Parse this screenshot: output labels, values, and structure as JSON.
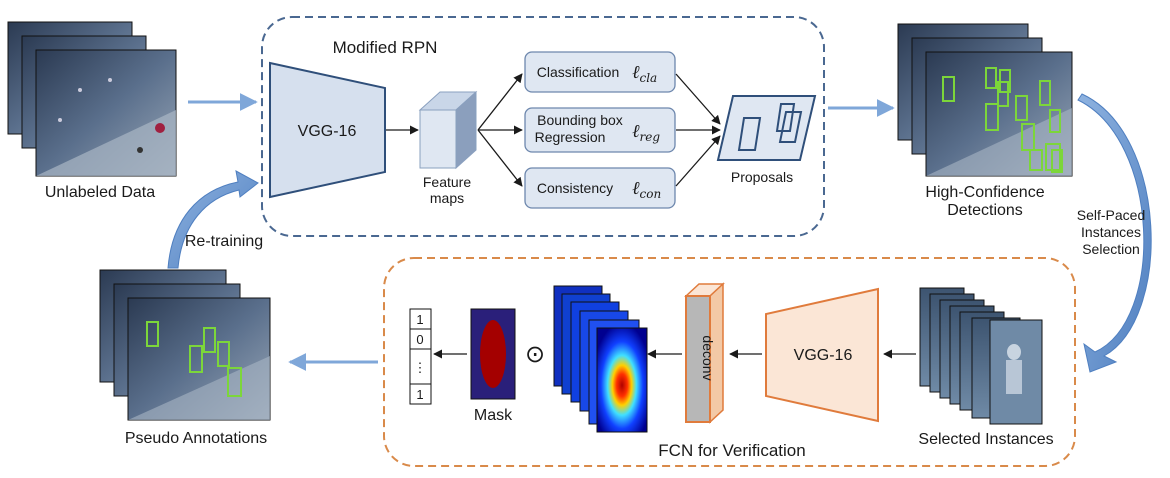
{
  "rpn": {
    "title": "Modified RPN",
    "backbone": "VGG-16",
    "feature_label_1": "Feature",
    "feature_label_2": "maps",
    "heads": {
      "classification": {
        "label": "Classification",
        "loss_symbol": "ℓ",
        "loss_sub": "cla"
      },
      "bbox": {
        "label_1": "Bounding box",
        "label_2": "Regression",
        "loss_symbol": "ℓ",
        "loss_sub": "reg"
      },
      "consistency": {
        "label": "Consistency",
        "loss_symbol": "ℓ",
        "loss_sub": "con"
      }
    },
    "proposals": "Proposals"
  },
  "unlabeled_data": "Unlabeled Data",
  "high_conf_1": "High-Confidence",
  "high_conf_2": "Detections",
  "selection_1": "Self-Paced",
  "selection_2": "Instances",
  "selection_3": "Selection",
  "retraining": "Re-training",
  "pseudo_annotations": "Pseudo Annotations",
  "fcn": {
    "title": "FCN for Verification",
    "backbone": "VGG-16",
    "deconv": "deconv",
    "mask": "Mask",
    "selected_instances": "Selected Instances",
    "odot": "⊙",
    "vector": [
      "1",
      "0",
      "⋮",
      "1"
    ]
  },
  "colors": {
    "rpn_border": "#4a6891",
    "fcn_border": "#d98a4a",
    "vgg_blue_fill": "#d6e0ee",
    "vgg_blue_stroke": "#2f4f7a",
    "vgg_orange_fill": "#fbe6d6",
    "vgg_orange_stroke": "#e07b3c",
    "flow_arrow": "#7fa7d9",
    "detection_box": "#7cd63a"
  }
}
